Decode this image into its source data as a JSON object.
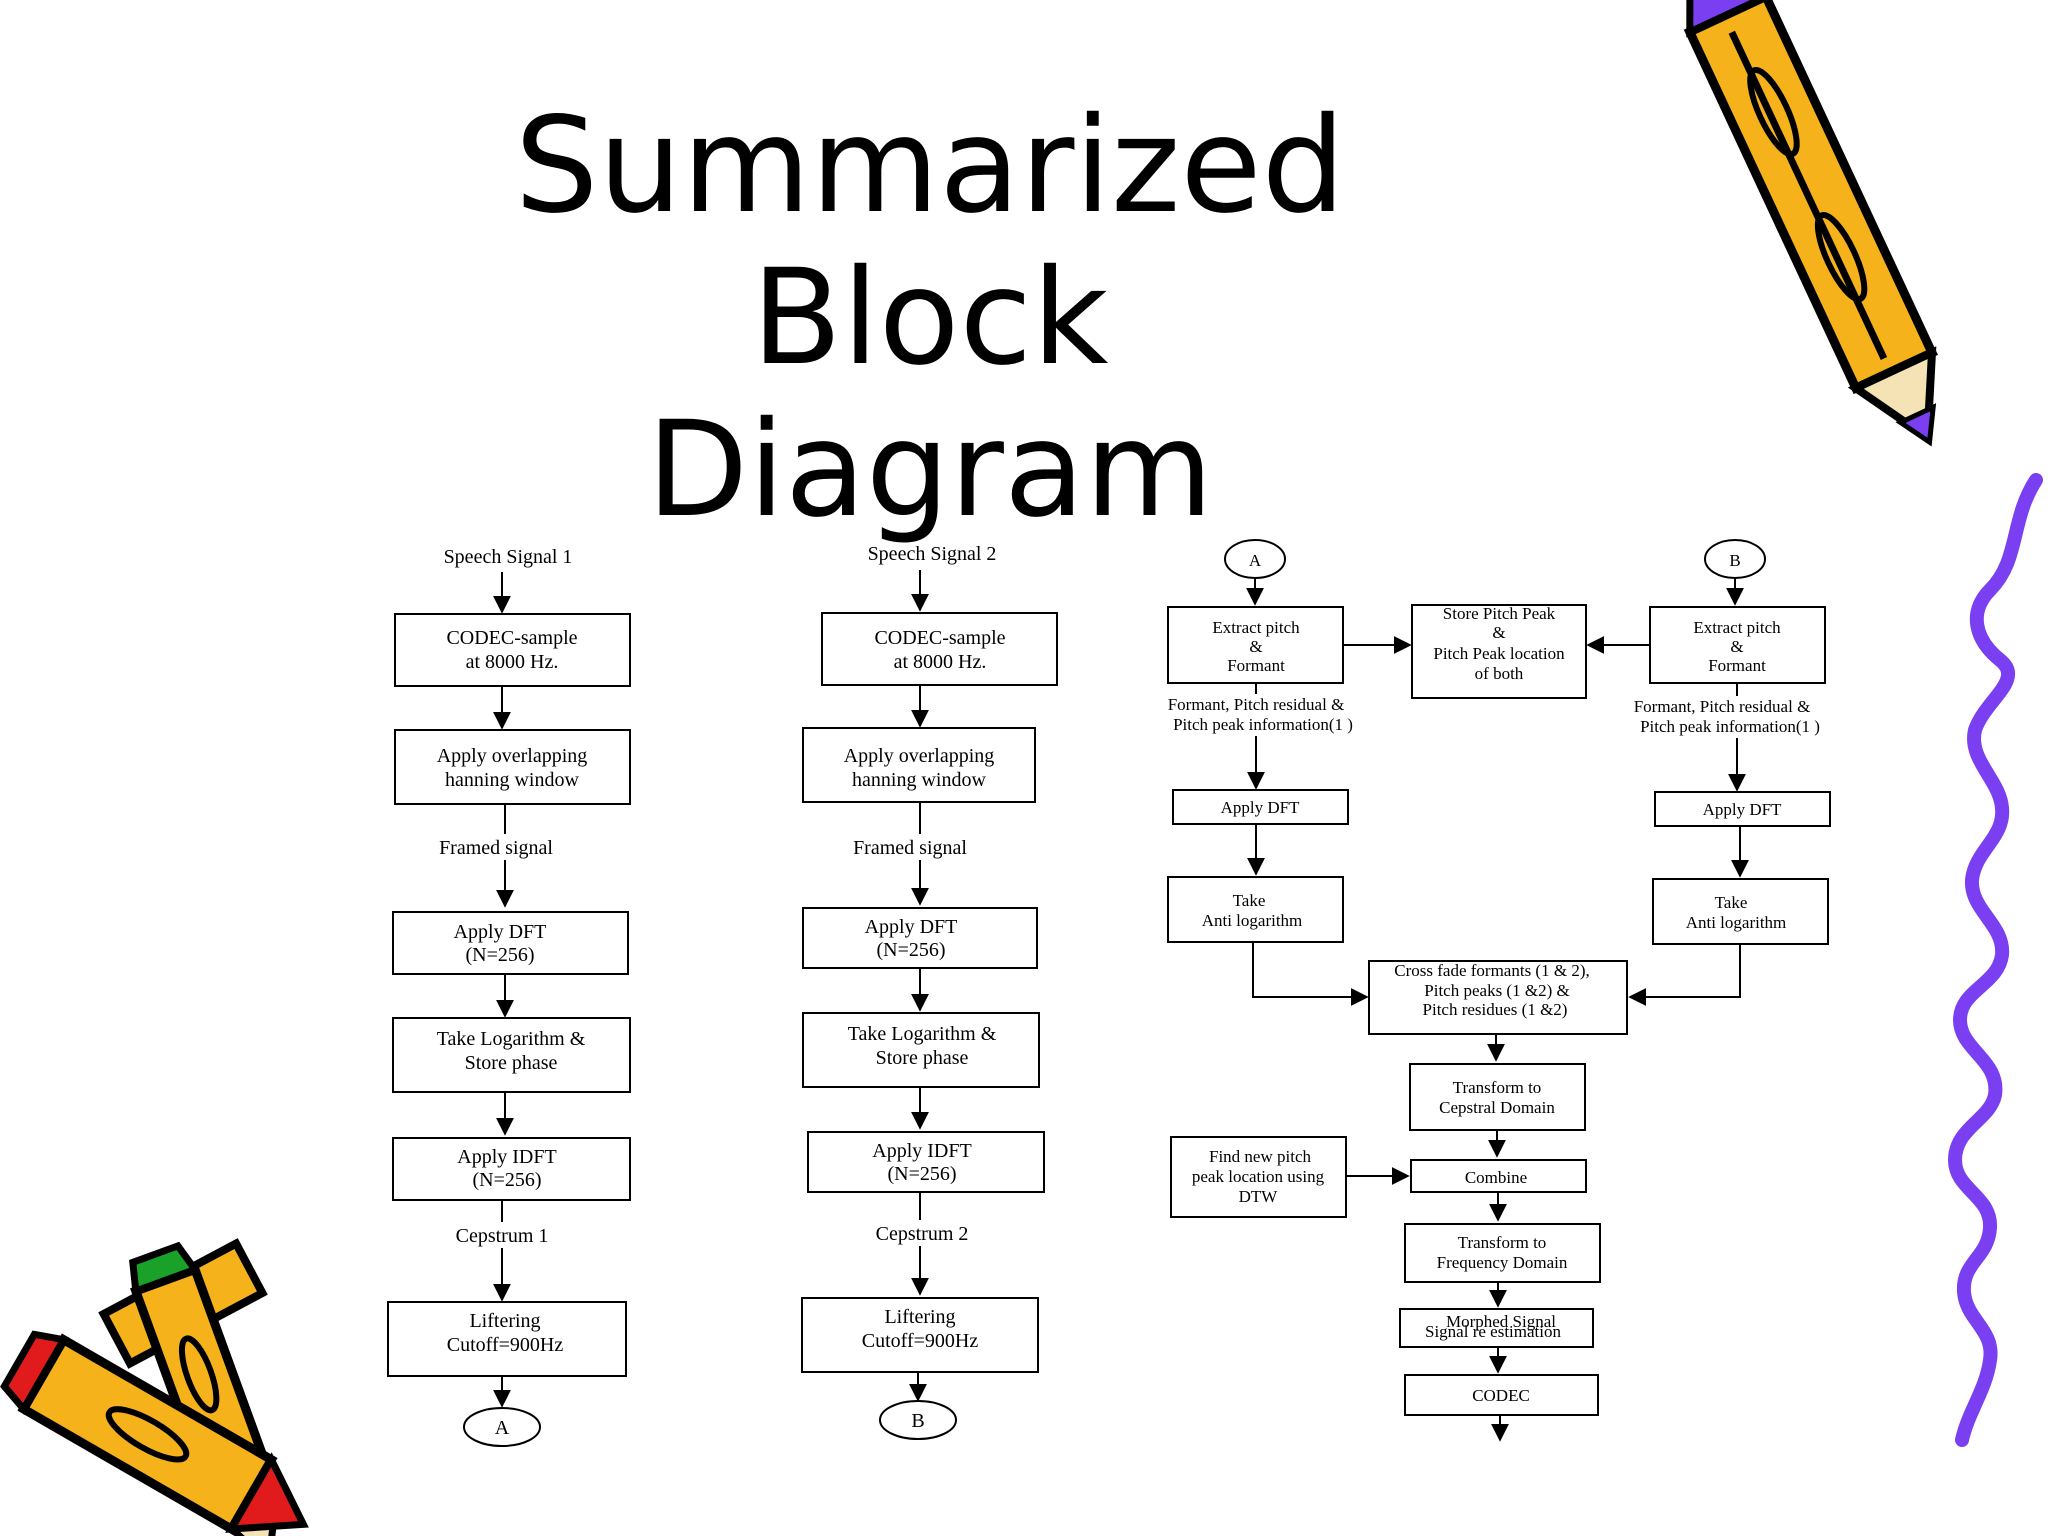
{
  "title": {
    "line1": "Summarized Block",
    "line2": "Diagram"
  },
  "icons": {
    "pencil_right": "pencil-icon",
    "pencils_left": "crossed-pencils-icon",
    "squiggle": "purple-squiggle"
  },
  "colors": {
    "pencil_yellow": "#f5b21a",
    "pencil_purple": "#7b3ff2",
    "pencil_red": "#e11b1b",
    "pencil_green": "#1aa12a",
    "squiggle": "#7b3ff2"
  },
  "col1": {
    "input": "Speech Signal 1",
    "b1": [
      "CODEC-sample",
      "at 8000 Hz."
    ],
    "b2": [
      "Apply overlapping",
      "hanning window"
    ],
    "f1": "Framed signal",
    "b3": [
      "Apply DFT",
      "(N=256)"
    ],
    "b4": [
      "Take Logarithm &",
      "Store phase"
    ],
    "b5": [
      "Apply IDFT",
      "(N=256)"
    ],
    "f2": "Cepstrum 1",
    "b6": [
      "Liftering",
      "Cutoff=900Hz"
    ],
    "out": "A"
  },
  "col2": {
    "input": "Speech Signal 2",
    "b1": [
      "CODEC-sample",
      "at 8000 Hz."
    ],
    "b2": [
      "Apply overlapping",
      "hanning window"
    ],
    "f1": "Framed signal",
    "b3": [
      "Apply DFT",
      "(N=256)"
    ],
    "b4": [
      "Take Logarithm &",
      "Store phase"
    ],
    "b5": [
      "Apply IDFT",
      "(N=256)"
    ],
    "f2": "Cepstrum 2",
    "b6": [
      "Liftering",
      "Cutoff=900Hz"
    ],
    "out": "B"
  },
  "right": {
    "a": "A",
    "b": "B",
    "extract_a": [
      "Extract pitch",
      "&",
      "Formant"
    ],
    "extract_b": [
      "Extract pitch",
      "&",
      "Formant"
    ],
    "store": [
      "Store Pitch Peak",
      "&",
      "Pitch Peak location",
      "of both"
    ],
    "info_a": [
      "Formant, Pitch residual &",
      "Pitch peak information(1 )"
    ],
    "info_b": [
      "Formant, Pitch residual &",
      "Pitch peak information(1 )"
    ],
    "dft_a": "Apply DFT",
    "dft_b": "Apply DFT",
    "anti_a": [
      "Take",
      "Anti logarithm"
    ],
    "anti_b": [
      "Take",
      "Anti logarithm"
    ],
    "cross": [
      "Cross fade formants (1 & 2),",
      "Pitch peaks (1 &2) &",
      "Pitch residues (1 &2)"
    ],
    "cepstral": [
      "Transform to",
      "Cepstral Domain"
    ],
    "find": [
      "Find new pitch",
      "peak location using",
      "DTW"
    ],
    "combine": "Combine",
    "freq": [
      "Transform to",
      "Frequency Domain"
    ],
    "morphed": [
      "Morphed Signal",
      "Signal re estimation"
    ],
    "codec": "CODEC"
  }
}
